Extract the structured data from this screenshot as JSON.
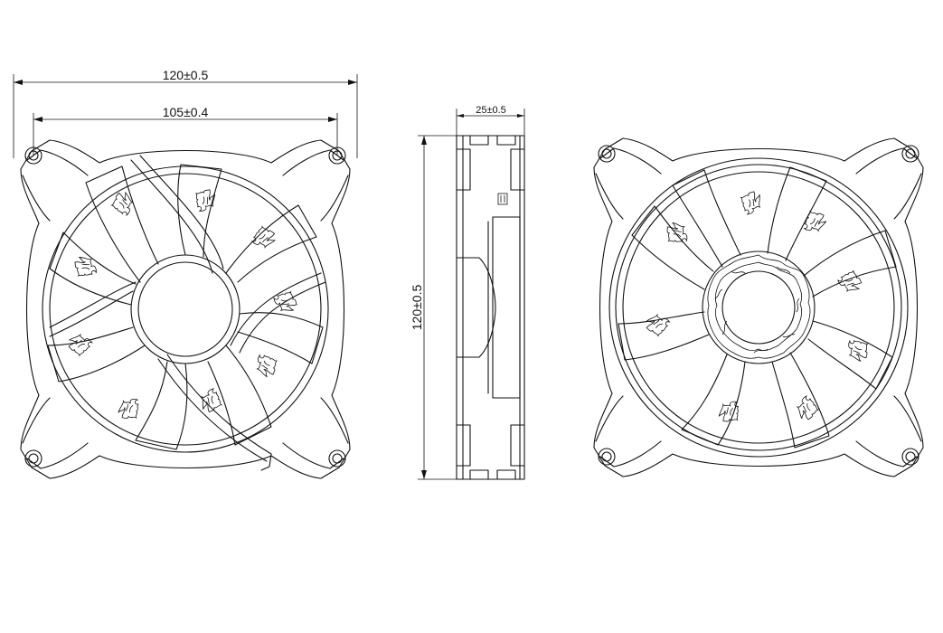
{
  "dimensions": {
    "overall_width": "120±0.5",
    "hole_spacing": "105±0.4",
    "thickness": "25±0.5",
    "overall_height": "120±0.5"
  },
  "views": [
    {
      "name": "front-view"
    },
    {
      "name": "side-view"
    },
    {
      "name": "rear-view"
    }
  ]
}
